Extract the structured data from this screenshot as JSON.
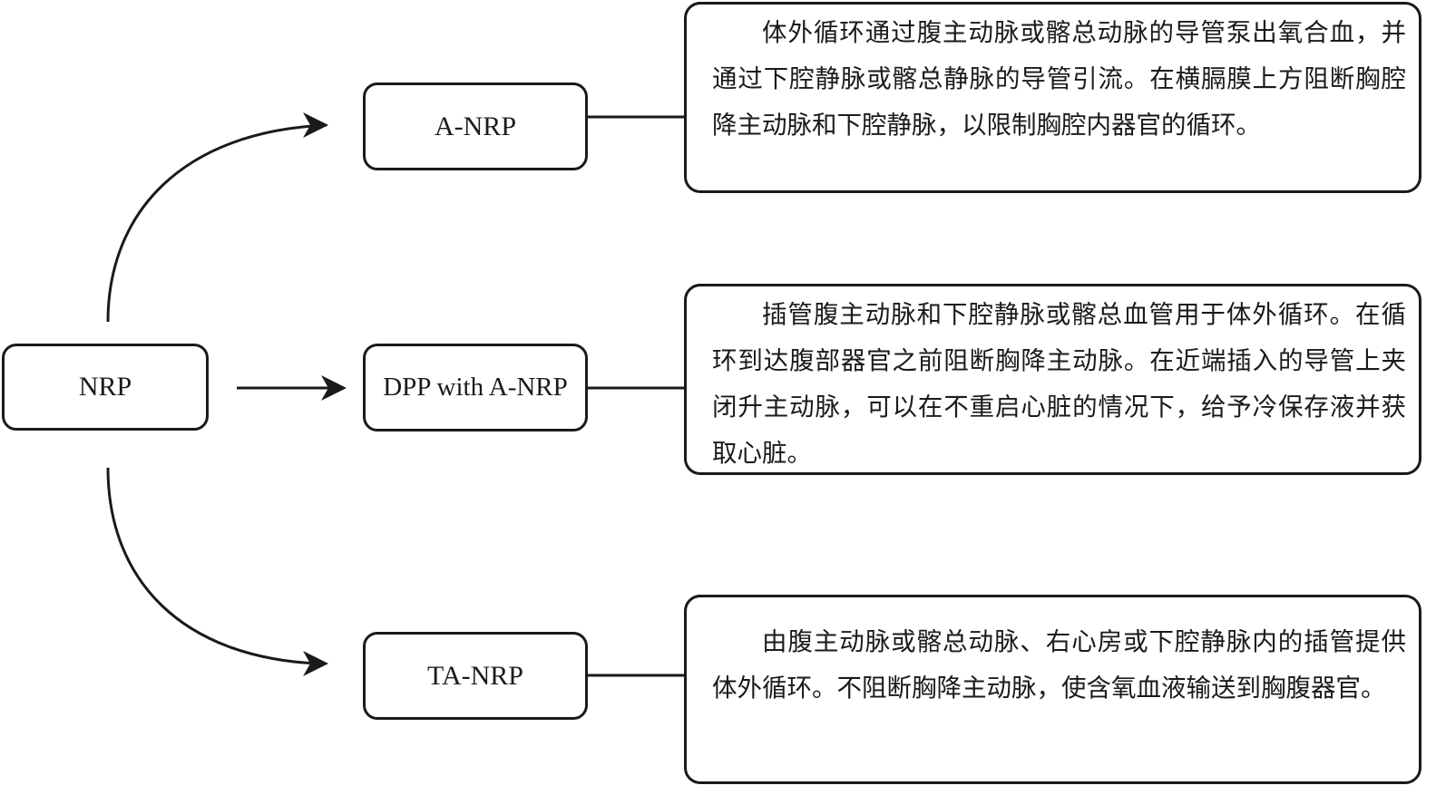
{
  "root": {
    "label": "NRP"
  },
  "branches": [
    {
      "label": "A-NRP",
      "description": "体外循环通过腹主动脉或髂总动脉的导管泵出氧合血，并通过下腔静脉或髂总静脉的导管引流。在横膈膜上方阻断胸腔降主动脉和下腔静脉，以限制胸腔内器官的循环。"
    },
    {
      "label": "DPP with A-NRP",
      "description": "插管腹主动脉和下腔静脉或髂总血管用于体外循环。在循环到达腹部器官之前阻断胸降主动脉。在近端插入的导管上夹闭升主动脉，可以在不重启心脏的情况下，给予冷保存液并获取心脏。"
    },
    {
      "label": "TA-NRP",
      "description": "由腹主动脉或髂总动脉、右心房或下腔静脉内的插管提供体外循环。不阻断胸降主动脉，使含氧血液输送到胸腹器官。"
    }
  ],
  "colors": {
    "stroke": "#1a1a1a",
    "background": "#ffffff"
  }
}
